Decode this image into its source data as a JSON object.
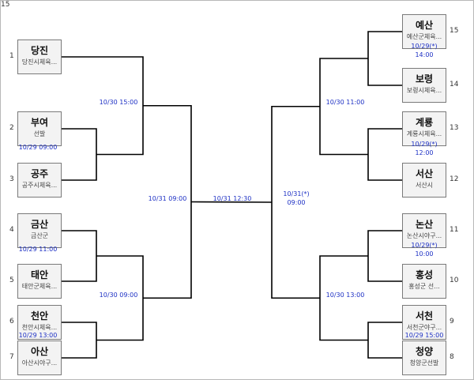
{
  "corner_label": "15",
  "teams": [
    {
      "id": "dangjin",
      "seed": "1",
      "name": "당진",
      "sub": "당진시체육..."
    },
    {
      "id": "buyeo",
      "seed": "2",
      "name": "부여",
      "sub": "선발"
    },
    {
      "id": "gongju",
      "seed": "3",
      "name": "공주",
      "sub": "공주시체육..."
    },
    {
      "id": "geumsan",
      "seed": "4",
      "name": "금산",
      "sub": "금산군"
    },
    {
      "id": "taean",
      "seed": "5",
      "name": "태안",
      "sub": "태안군체육..."
    },
    {
      "id": "cheonan",
      "seed": "6",
      "name": "천안",
      "sub": "천안시체육..."
    },
    {
      "id": "asan",
      "seed": "7",
      "name": "아산",
      "sub": "아산시야구..."
    },
    {
      "id": "cheongyang",
      "seed": "8",
      "name": "청양",
      "sub": "청양군선발"
    },
    {
      "id": "seocheon",
      "seed": "9",
      "name": "서천",
      "sub": "서천군야구..."
    },
    {
      "id": "hongseong",
      "seed": "10",
      "name": "홍성",
      "sub": "홍성군 선..."
    },
    {
      "id": "nonsan",
      "seed": "11",
      "name": "논산",
      "sub": "논산시야구..."
    },
    {
      "id": "seosan",
      "seed": "12",
      "name": "서산",
      "sub": "서산시"
    },
    {
      "id": "gyeryong",
      "seed": "13",
      "name": "계룡",
      "sub": "계룡시체육..."
    },
    {
      "id": "boryeong",
      "seed": "14",
      "name": "보령",
      "sub": "보령시체육..."
    },
    {
      "id": "yesan",
      "seed": "15",
      "name": "예산",
      "sub": "예산군체육..."
    }
  ],
  "matches": [
    {
      "id": "r1-buyeo-gongju",
      "lines": [
        "10/29 09:00"
      ]
    },
    {
      "id": "r1-geumsan-taean",
      "lines": [
        "10/29 11:00"
      ]
    },
    {
      "id": "r1-cheonan-asan",
      "lines": [
        "10/29 13:00"
      ]
    },
    {
      "id": "r1-yesan-boryeong",
      "lines": [
        "10/29(*)",
        "14:00"
      ]
    },
    {
      "id": "r1-gyeryong-seosan",
      "lines": [
        "10/29(*)",
        "12:00"
      ]
    },
    {
      "id": "r1-nonsan-hongseong",
      "lines": [
        "10/29(*)",
        "10:00"
      ]
    },
    {
      "id": "r1-seocheon-cheongyang",
      "lines": [
        "10/29 15:00"
      ]
    },
    {
      "id": "qf-left-top",
      "lines": [
        "10/30 15:00"
      ]
    },
    {
      "id": "qf-left-bottom",
      "lines": [
        "10/30 09:00"
      ]
    },
    {
      "id": "qf-right-top",
      "lines": [
        "10/30 11:00"
      ]
    },
    {
      "id": "qf-right-bottom",
      "lines": [
        "10/30 13:00"
      ]
    },
    {
      "id": "sf-left",
      "lines": [
        "10/31 09:00"
      ]
    },
    {
      "id": "sf-right",
      "lines": [
        "10/31(*)",
        "09:00"
      ]
    },
    {
      "id": "final",
      "lines": [
        "10/31 12:30"
      ]
    }
  ]
}
